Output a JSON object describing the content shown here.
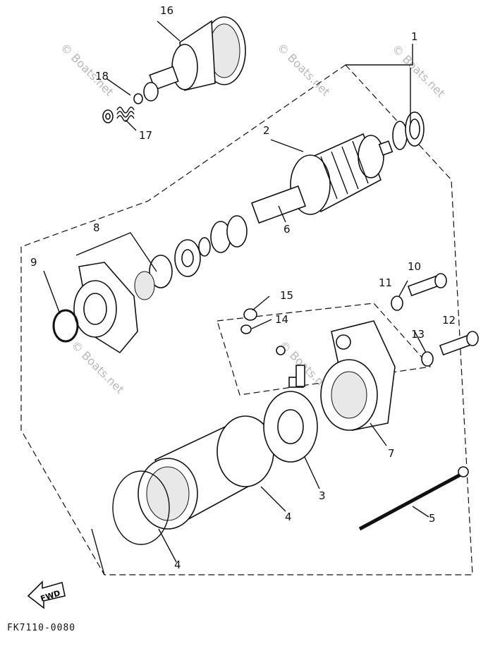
{
  "diagram": {
    "drawing_code": "FK7110-0080",
    "fwd_label": "FWD",
    "watermarks": [
      "© Boats.net",
      "© Boats.net",
      "© Boats.net",
      "© Boats.net",
      "© Boats.net"
    ],
    "callouts": {
      "p1": "1",
      "p2": "2",
      "p3": "3",
      "p4a": "4",
      "p4b": "4",
      "p5": "5",
      "p6": "6",
      "p7": "7",
      "p8": "8",
      "p9": "9",
      "p10": "10",
      "p11": "11",
      "p12": "12",
      "p13": "13",
      "p14": "14",
      "p15": "15",
      "p16": "16",
      "p17": "17",
      "p18": "18"
    }
  }
}
